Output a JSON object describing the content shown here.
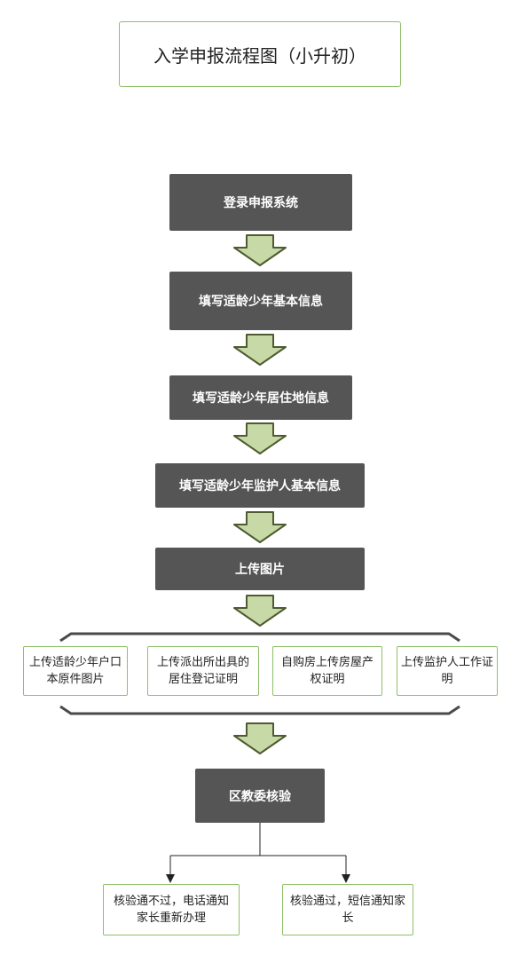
{
  "title": "入学申报流程图（小升初）",
  "steps": {
    "login": "登录申报系统",
    "basic_info": "填写适龄少年基本信息",
    "residence_info": "填写适龄少年居住地信息",
    "guardian_info": "填写适龄少年监护人基本信息",
    "upload_images": "上传图片",
    "review": "区教委核验"
  },
  "documents": {
    "hukou": "上传适龄少年户口本原件图片",
    "police_residence": "上传派出所出具的居住登记证明",
    "property": "自购房上传房屋产权证明",
    "guardian_work": "上传监护人工作证明"
  },
  "results": {
    "fail": "核验通不过，电话通知家长重新办理",
    "pass": "核验通过，短信通知家长"
  },
  "colors": {
    "step_fill": "#555555",
    "arrow_fill": "#c6d9a6",
    "arrow_stroke": "#4e5b31",
    "border_green": "#8fbf6a"
  },
  "icons": {
    "arrow": "down-arrow-icon"
  }
}
